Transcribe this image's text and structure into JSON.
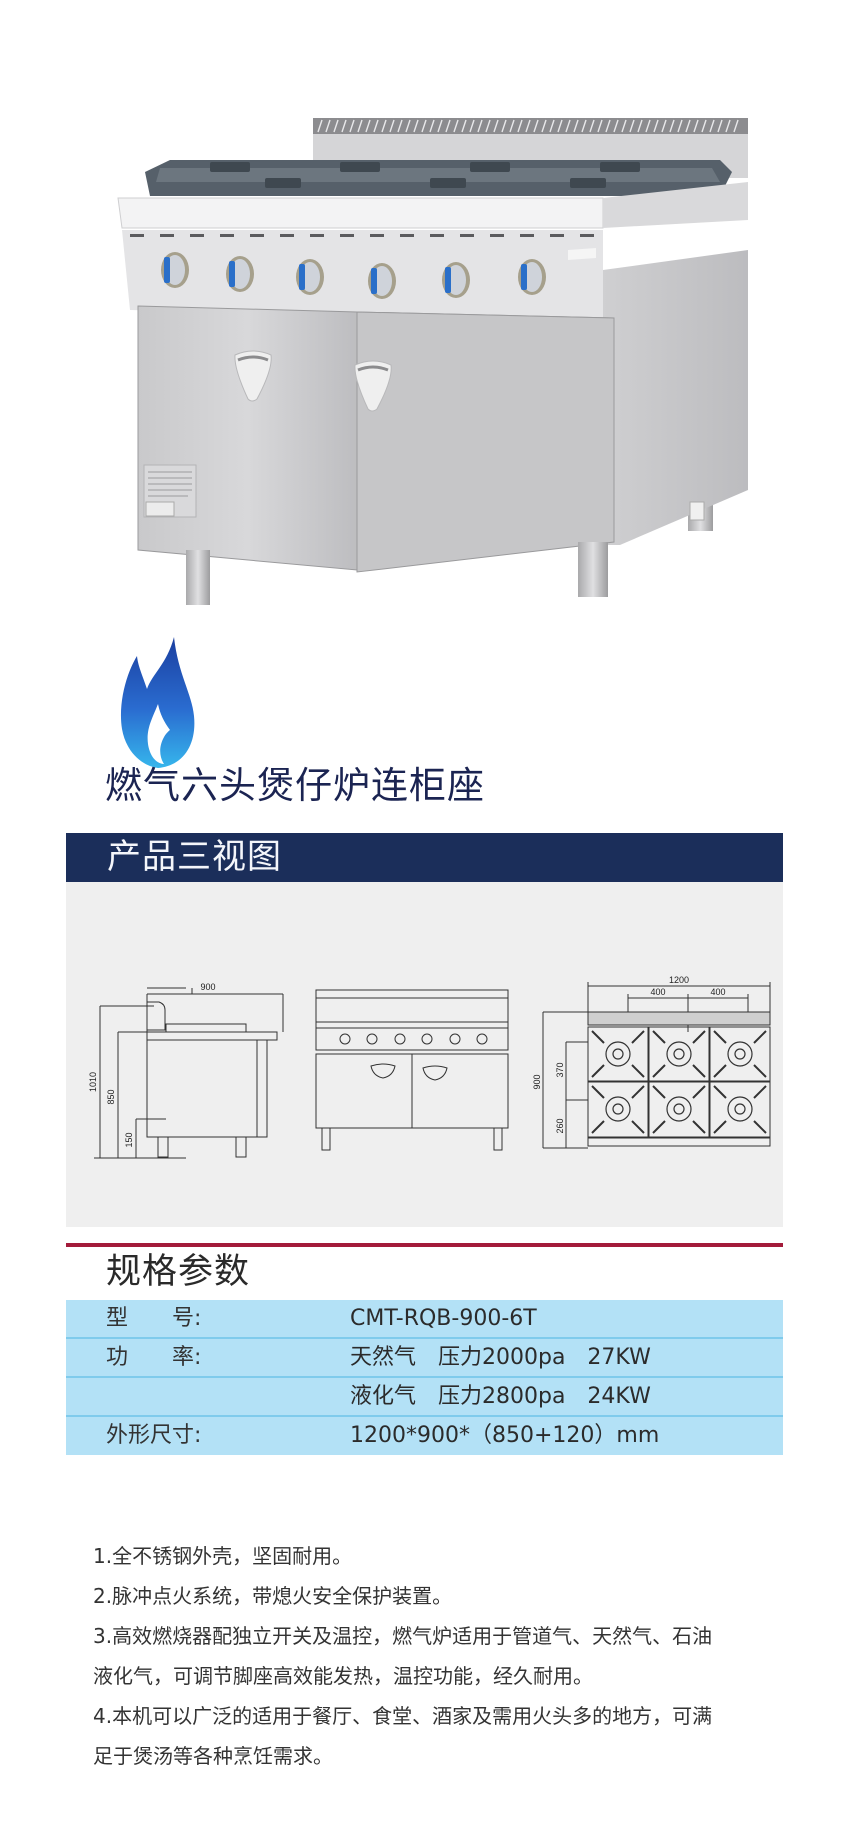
{
  "product": {
    "title": "燃气六头煲仔炉连柜座",
    "photo_alt": "六头燃气炉连柜座产品图",
    "knob_count": 6,
    "door_count": 2
  },
  "sections": {
    "views_heading": "产品三视图",
    "specs_heading": "规格参数"
  },
  "drawings": {
    "side_view": {
      "width_label": "900",
      "height_total": "1010",
      "height_top": "850",
      "leg_height": "150"
    },
    "top_view": {
      "width_label": "1200",
      "pitch_left": "400",
      "pitch_right": "400",
      "depth_label": "900",
      "row_pitch": "370",
      "front_offset": "260"
    }
  },
  "specs": [
    {
      "label": "型　　号:",
      "value": "CMT-RQB-900-6T"
    },
    {
      "label": "功　　率:",
      "value": "天然气　压力2000pa　27KW"
    },
    {
      "label": "",
      "value": "液化气　压力2800pa　24KW"
    },
    {
      "label": "外形尺寸:",
      "value": "1200*900*（850+120）mm"
    }
  ],
  "features": [
    "1.全不锈钢外壳，坚固耐用。",
    "2.脉冲点火系统，带熄火安全保护装置。",
    "3.高效燃烧器配独立开关及温控，燃气炉适用于管道气、天然气、石油",
    "液化气，可调节脚座高效能发热，温控功能，经久耐用。",
    "4.本机可以广泛的适用于餐厅、食堂、酒家及需用火头多的地方，可满",
    "足于煲汤等各种烹饪需求。"
  ],
  "colors": {
    "navy": "#1b2e5a",
    "title": "#1b2452",
    "accent_red": "#a31b3a",
    "table_bg": "#b3e1f6",
    "table_line": "#7fcbec",
    "drawing_bg": "#efefef"
  }
}
